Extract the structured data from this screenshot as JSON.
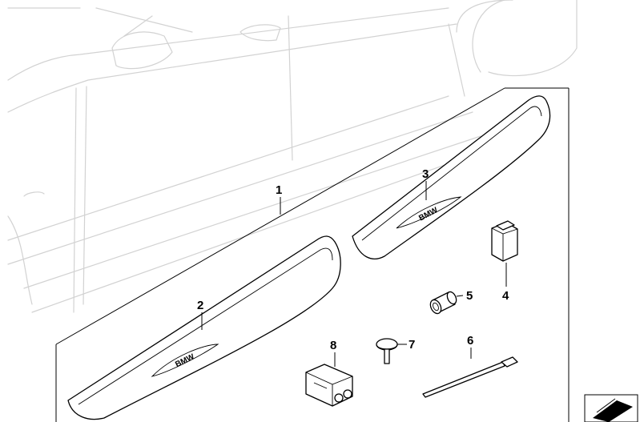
{
  "diagram": {
    "callouts": [
      {
        "id": "1",
        "label": "1"
      },
      {
        "id": "2",
        "label": "2"
      },
      {
        "id": "3",
        "label": "3"
      },
      {
        "id": "4",
        "label": "4"
      },
      {
        "id": "5",
        "label": "5"
      },
      {
        "id": "6",
        "label": "6"
      },
      {
        "id": "7",
        "label": "7"
      },
      {
        "id": "8",
        "label": "8"
      }
    ],
    "sill_logo_text": "BMW",
    "icons": [
      "car-outline-icon",
      "door-sill-icon",
      "plug-connector-icon",
      "bushing-icon",
      "cable-tie-icon",
      "push-pin-icon",
      "connector-housing-icon",
      "next-page-icon"
    ]
  }
}
